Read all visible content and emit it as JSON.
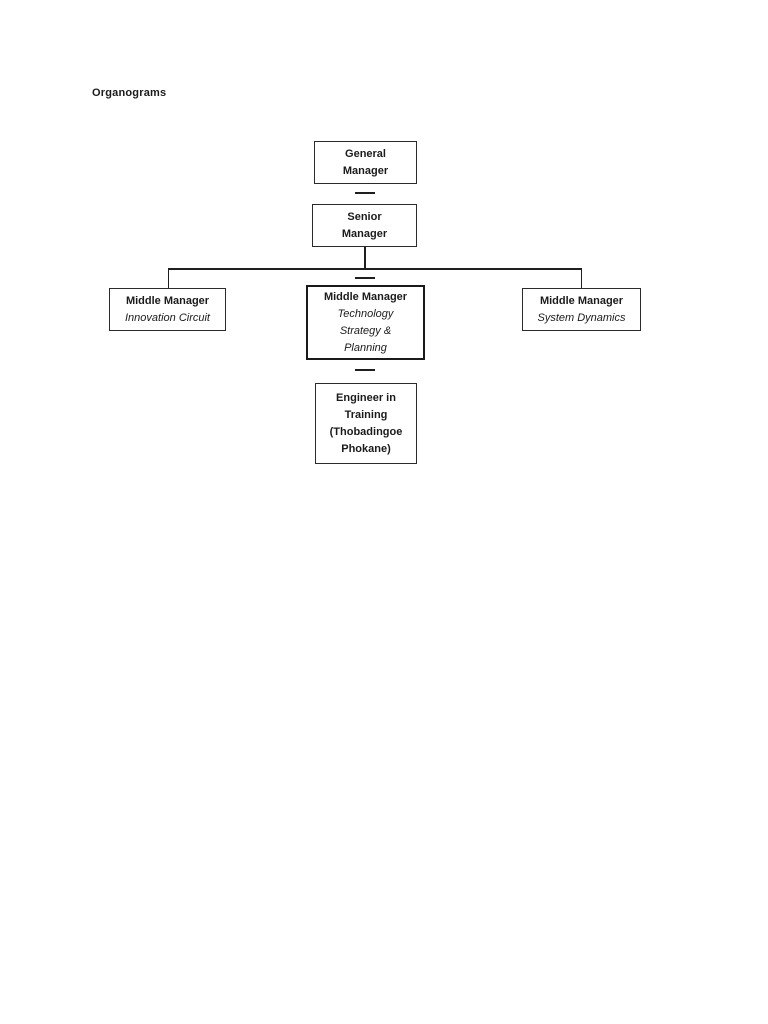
{
  "document": {
    "heading": "Organograms"
  },
  "org_chart": {
    "general_manager": {
      "label": "General\nManager"
    },
    "senior_manager": {
      "label": "Senior\nManager"
    },
    "middle_manager_innovation": {
      "title": "Middle Manager",
      "subtitle": "Innovation Circuit"
    },
    "middle_manager_technology": {
      "title": "Middle Manager",
      "subtitle": "Technology\nStrategy &\nPlanning"
    },
    "middle_manager_system": {
      "title": "Middle Manager",
      "subtitle": "System Dynamics"
    },
    "engineer_in_training": {
      "label": "Engineer in\nTraining\n(Thobadingoe\nPhokane)"
    }
  },
  "colors": {
    "page_background": "#ffffff",
    "text": "#1b1b1b",
    "box_border": "#2b2b2b",
    "connector": "#1f1f1f"
  }
}
